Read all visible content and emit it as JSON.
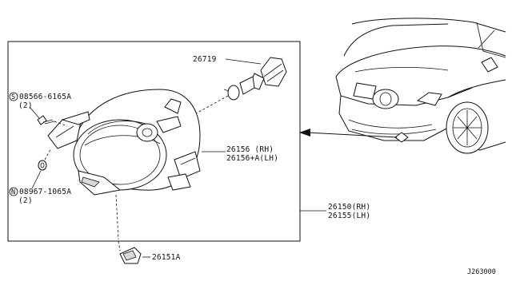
{
  "callouts": {
    "bulb": "26719",
    "bolt_code": "08566-6165A",
    "bolt_symbol": "S",
    "bolt_qty": "(2)",
    "nut_code": "08967-1065A",
    "nut_symbol": "N",
    "nut_qty": "(2)",
    "lamp_rh": "26156  (RH)",
    "lamp_lh": "26156+A(LH)",
    "assy_rh": "26150(RH)",
    "assy_lh": "26155(LH)",
    "bracket": "26151A"
  },
  "diagram_code": "J263000"
}
